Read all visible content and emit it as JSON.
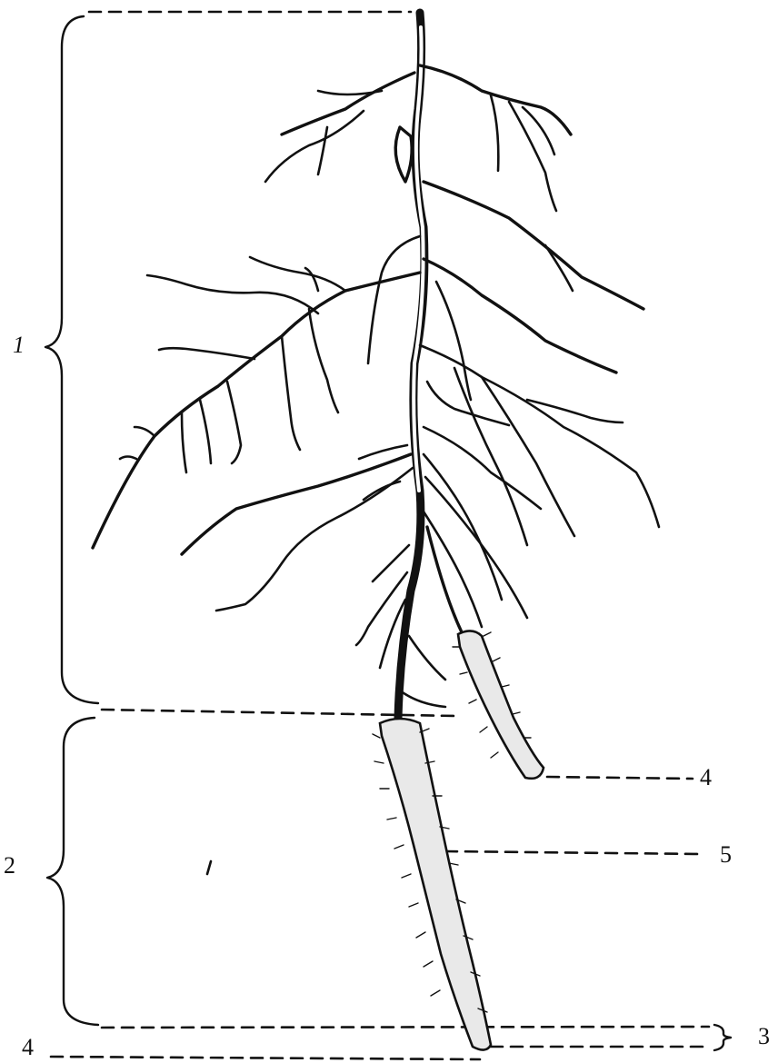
{
  "labels": {
    "zone_1": "1",
    "zone_2": "2",
    "zone_3": "3",
    "root_cap_side": "4",
    "root_cap_main": "4",
    "root_hairs": "5"
  },
  "colors": {
    "ink": "#111111",
    "paper": "#ffffff"
  }
}
